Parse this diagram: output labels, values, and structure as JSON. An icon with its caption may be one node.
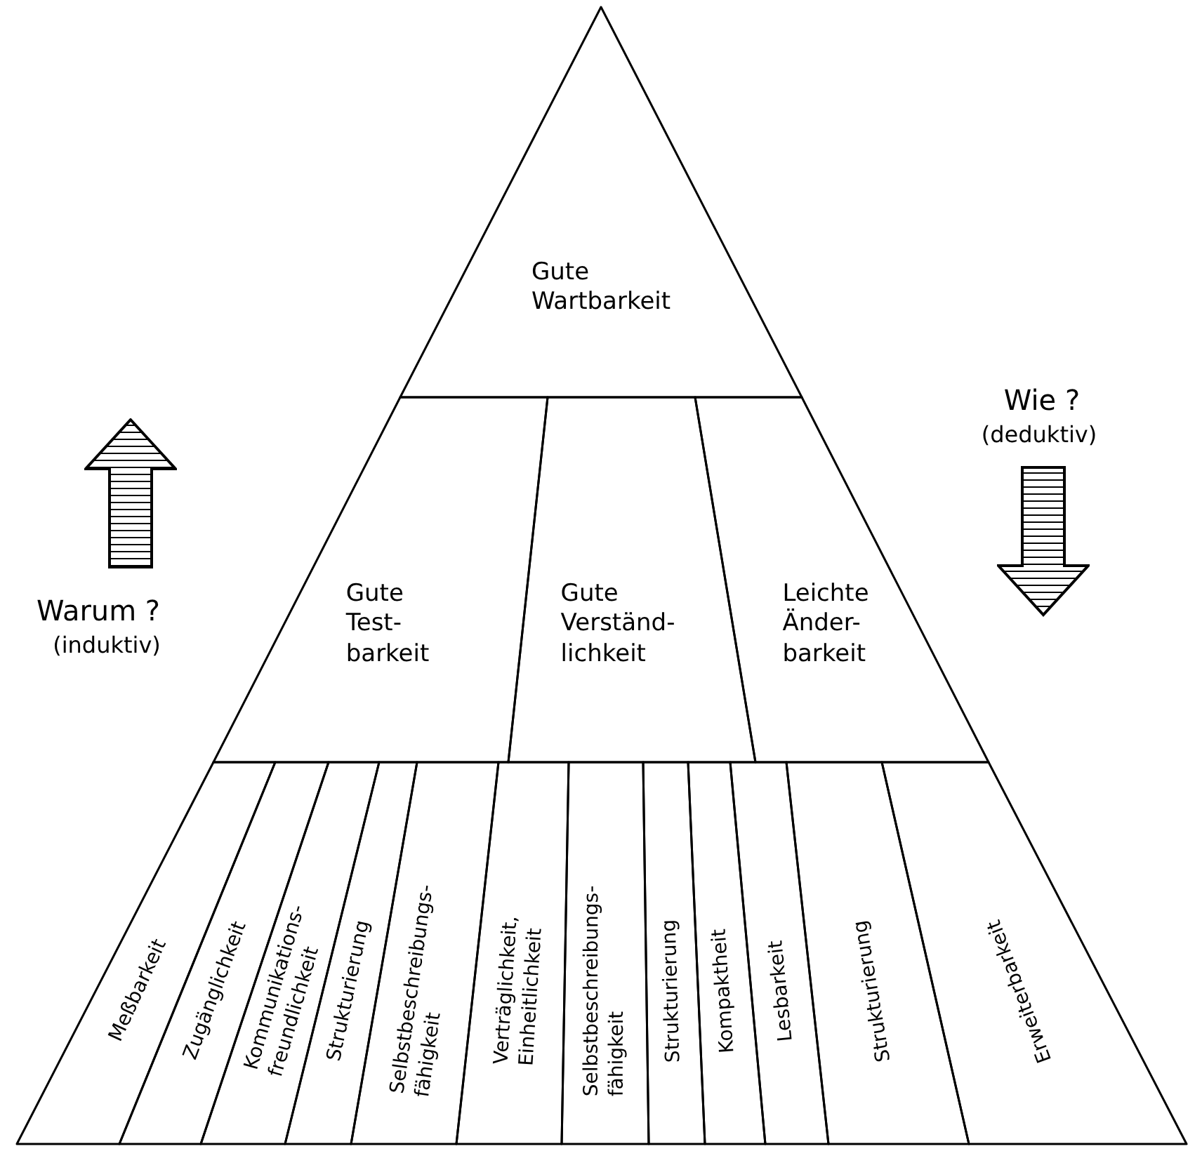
{
  "diagram": {
    "nodes": [
      {
        "text": [
          "Gute Wartbarkeit"
        ]
      },
      {
        "text": [
          "Gute Test- barkeit"
        ]
      },
      {
        "text": [
          "Gute Verständ- lichkeit"
        ]
      },
      {
        "text": [
          "Leichte Änder- barkeit"
        ]
      },
      {
        "text": [
          "Meßbarkeit"
        ]
      },
      {
        "text": [
          "Zugänglichkeit"
        ]
      },
      {
        "text": [
          "Kommunikations- freundlichkeit"
        ]
      },
      {
        "text": [
          "Strukturierung"
        ]
      },
      {
        "text": [
          "Selbstbeschreibungs- fähigkeit"
        ]
      },
      {
        "text": [
          "Verträglichkeit, Einheitlichkeit"
        ]
      },
      {
        "text": [
          "Selbstbeschreibungs- fähigkeit"
        ]
      },
      {
        "text": [
          "Strukturierung"
        ]
      },
      {
        "text": [
          "Kompaktheit"
        ]
      },
      {
        "text": [
          "Lesbarkeit"
        ]
      },
      {
        "text": [
          "Strukturierung"
        ]
      },
      {
        "text": [
          "Erweiterbarkeit"
        ]
      }
    ],
    "labels": [
      "Wie ?",
      "(deduktiv)",
      "Warum ?",
      "(induktiv)"
    ]
  }
}
